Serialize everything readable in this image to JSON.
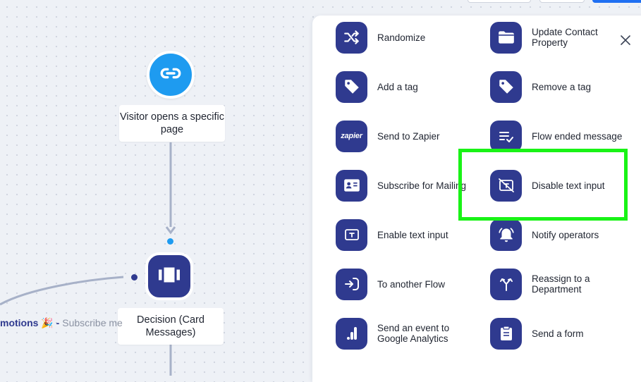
{
  "canvas": {
    "trigger_node": {
      "icon": "link-icon",
      "label": "Visitor opens a specific page"
    },
    "decision_node": {
      "icon": "card-messages-icon",
      "label": "Decision (Card Messages)"
    },
    "branch_label": {
      "bold": "motions",
      "emoji": "🎉",
      "separator": " - ",
      "rest": "Subscribe me"
    }
  },
  "panel": {
    "close_label": "×",
    "actions": [
      {
        "label": "Randomize",
        "icon": "shuffle-icon"
      },
      {
        "label": "Update Contact Property",
        "icon": "folder-icon"
      },
      {
        "label": "Add a tag",
        "icon": "tag-icon"
      },
      {
        "label": "Remove a tag",
        "icon": "tag-remove-icon"
      },
      {
        "label": "Send to Zapier",
        "icon": "zapier-icon",
        "icon_text": "zapier"
      },
      {
        "label": "Flow ended message",
        "icon": "flow-ended-icon"
      },
      {
        "label": "Subscribe for Mailing",
        "icon": "contact-card-icon"
      },
      {
        "label": "Disable text input",
        "icon": "disable-text-input-icon"
      },
      {
        "label": "Enable text input",
        "icon": "text-input-icon"
      },
      {
        "label": "Notify operators",
        "icon": "bell-icon"
      },
      {
        "label": "To another Flow",
        "icon": "enter-flow-icon"
      },
      {
        "label": "Reassign to a Department",
        "icon": "split-arrow-icon"
      },
      {
        "label": "Send an event to Google Analytics",
        "icon": "analytics-icon"
      },
      {
        "label": "Send a form",
        "icon": "clipboard-icon"
      }
    ]
  },
  "colors": {
    "accent": "#2f3a8f",
    "trigger": "#1e9bf0",
    "highlight": "#19f316"
  }
}
